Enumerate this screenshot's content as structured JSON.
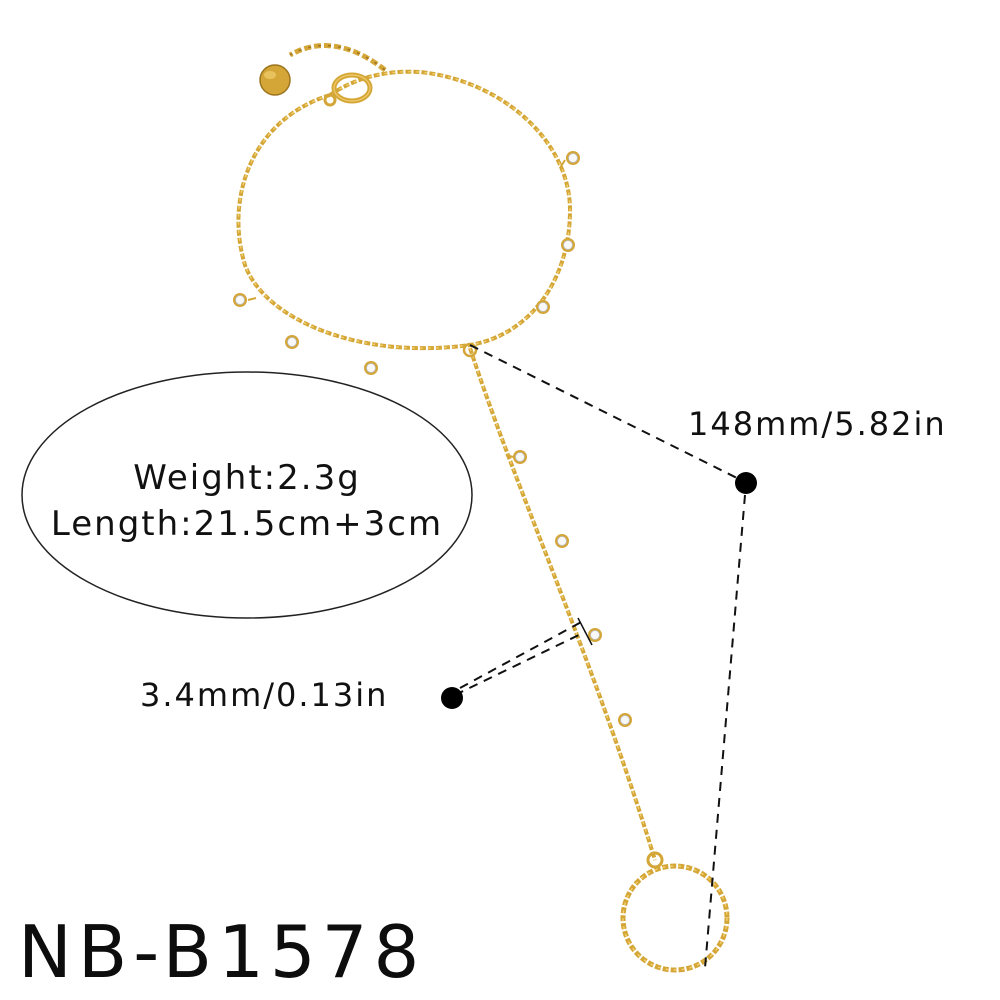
{
  "product": {
    "sku": "NB-B1578",
    "metal_color": "#d4a637",
    "metal_highlight": "#f1cf6e",
    "metal_shadow": "#9c7420"
  },
  "specs": {
    "weight": "Weight:2.3g",
    "length": "Length:21.5cm+3cm"
  },
  "measurements": {
    "drop_length": "148mm/5.82in",
    "chain_width": "3.4mm/0.13in"
  }
}
